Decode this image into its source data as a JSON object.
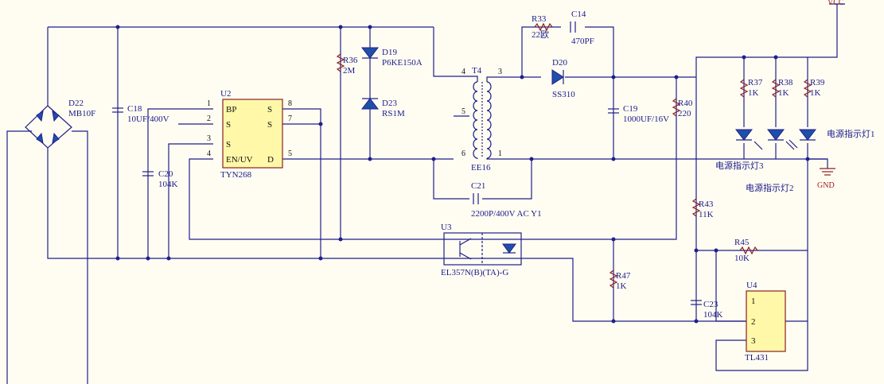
{
  "diagram": {
    "rails": {
      "vcc": "VCC",
      "gnd": "GND"
    },
    "bridge": {
      "ref": "D22",
      "value": "MB10F"
    },
    "c18": {
      "ref": "C18",
      "value": "10UF/400V"
    },
    "c20": {
      "ref": "C20",
      "value": "104K"
    },
    "u2": {
      "ref": "U2",
      "value": "TYN268",
      "pins_left": [
        {
          "num": "1",
          "name": "BP"
        },
        {
          "num": "2",
          "name": "S"
        },
        {
          "num": "3",
          "name": "S"
        },
        {
          "num": "4",
          "name": "EN/UV"
        }
      ],
      "pins_right": [
        {
          "num": "8",
          "name": "S"
        },
        {
          "num": "7",
          "name": "S"
        },
        {
          "num": "5",
          "name": "D"
        }
      ]
    },
    "r36": {
      "ref": "R36",
      "value": "2M"
    },
    "d19": {
      "ref": "D19",
      "value": "P6KE150A"
    },
    "d23": {
      "ref": "D23",
      "value": "RS1M"
    },
    "t4": {
      "ref": "T4",
      "value": "EE16",
      "pins": [
        "4",
        "5",
        "6",
        "3",
        "1"
      ]
    },
    "r33": {
      "ref": "R33",
      "value": "22欧"
    },
    "c14": {
      "ref": "C14",
      "value": "470PF"
    },
    "d20": {
      "ref": "D20",
      "value": "SS310"
    },
    "c19": {
      "ref": "C19",
      "value": "1000UF/16V"
    },
    "r40": {
      "ref": "R40",
      "value": "220"
    },
    "c21": {
      "ref": "C21",
      "value": "2200P/400V AC Y1"
    },
    "u3": {
      "ref": "U3",
      "value": "EL357N(B)(TA)-G"
    },
    "r37": {
      "ref": "R37",
      "value": "1K"
    },
    "r38": {
      "ref": "R38",
      "value": "1K"
    },
    "r39": {
      "ref": "R39",
      "value": "1K"
    },
    "led1": "电源指示灯1",
    "led2": "电源指示灯2",
    "led3": "电源指示灯3",
    "r43": {
      "ref": "R43",
      "value": "11K"
    },
    "r45": {
      "ref": "R45",
      "value": "10K"
    },
    "r47": {
      "ref": "R47",
      "value": "1K"
    },
    "c23": {
      "ref": "C23",
      "value": "104K"
    },
    "u4": {
      "ref": "U4",
      "value": "TL431",
      "pins": [
        "1",
        "2",
        "3"
      ]
    }
  }
}
